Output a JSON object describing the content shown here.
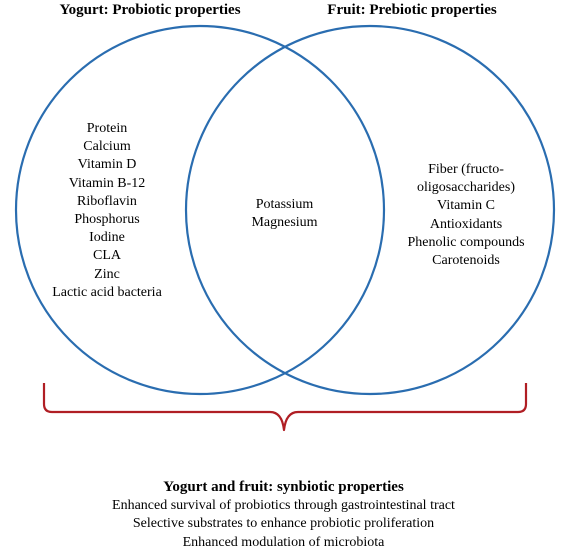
{
  "yogurt": {
    "title": "Yogurt: Probiotic properties",
    "items": [
      "Protein",
      "Calcium",
      "Vitamin D",
      "Vitamin B-12",
      "Riboflavin",
      "Phosphorus",
      "Iodine",
      "CLA",
      "Zinc",
      "Lactic acid bacteria"
    ]
  },
  "fruit": {
    "title": "Fruit: Prebiotic properties",
    "items": [
      "Fiber (fructo-",
      "oligosaccharides)",
      "Vitamin C",
      "Antioxidants",
      "Phenolic compounds",
      "Carotenoids"
    ]
  },
  "overlap": {
    "items": [
      "Potassium",
      "Magnesium"
    ]
  },
  "combined": {
    "title": "Yogurt and fruit: synbiotic properties",
    "items": [
      "Enhanced survival of probiotics through gastrointestinal tract",
      "Selective substrates to enhance probiotic proliferation",
      "Enhanced modulation of microbiota"
    ]
  },
  "colors": {
    "circle_stroke": "#2a6db0",
    "brace_stroke": "#b01e24"
  }
}
